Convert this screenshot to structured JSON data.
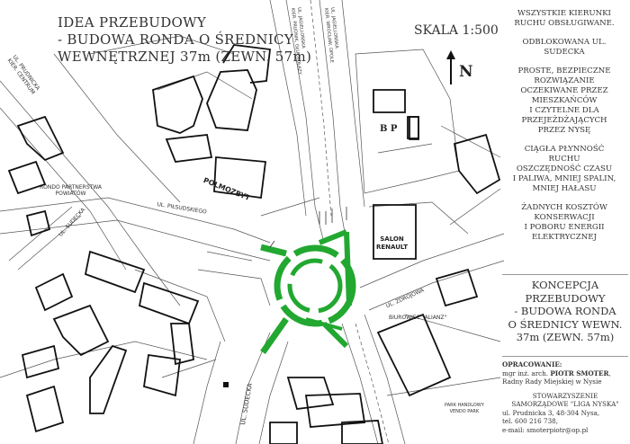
{
  "title": {
    "lines": [
      "IDEA PRZEBUDOWY",
      "- BUDOWA RONDA O ŚREDNICY",
      "WEWNĘTRZNEJ 37m (ZEWN. 57m)"
    ]
  },
  "scale": "SKALA 1:500",
  "north": "N",
  "notes": [
    "WSZYSTKIE KIERUNKI\nRUCHU OBSŁUGIWANE.",
    "ODBLOKOWANA UL.\nSUDECKA",
    "PROSTE, BEZPIECZNE\nROZWIĄZANIE\nOCZEKIWANE PRZEZ\nMIESZKAŃCÓW\nI CZYTELNE DLA\nPRZEJEŻDŻAJĄCYCH\nPRZEZ  NYSĘ",
    "CIĄGŁA PŁYNNOŚĆ\nRUCHU\nOSZCZĘDNOŚĆ CZASU\nI PALIWA, MNIEJ SPALIN,\nMNIEJ HAŁASU",
    "ŻADNYCH KOSZTÓW\nKONSERWACJI\nI POBORU ENERGII\nELEKTRYCZNEJ"
  ],
  "concept": "KONCEPCJA\nPRZEBUDOWY\n- BUDOWA RONDA\nO ŚREDNICY WEWN.\n37m (ZEWN. 57m)",
  "prepared": {
    "heading": "OPRACOWANIE:",
    "author_prefix": "mgr inż. arch. ",
    "author_name": "PIOTR SMOTER",
    "role": "Radny Rady Miejskiej w Nysie",
    "assoc_lines": [
      "STOWARZYSZENIE",
      "SAMORZĄDOWE \"LIGA NYSKA\"",
      "ul. Prudnicka 3, 48-304 Nysa,",
      "tel. 600 216 738,",
      "e-mail: smoterpiotr@op.pl"
    ]
  },
  "map_labels": {
    "prudnicka": "UL. PRUDNICKA\nKIER. CENTRUM",
    "jagiellonska1": "UL. JAGIELLOŃSKA\nKIER. PRUDNIK, GŁUCHOŁAZY",
    "jagiellonska2": "UL. JAGIELLOŃSKA\nKIER. WROCŁAW, OPOLE",
    "rondo_partnerstwa": "RONDO PARTNERSTWA\nPOWIATÓW",
    "sudecka_left": "UL. SUDECKA",
    "piekarskiego": "UL. PIŁSUDSKIEGO",
    "polmozbyt": "POLMOZBYT",
    "bp": "B P",
    "salon": "SALON\nRENAULT",
    "zdrojowa": "UL. ZDROJOWA",
    "biurowiec": "BIUROWIEC \"ALIANZ\"",
    "sudecka_bottom": "UL. SUDECKA",
    "park": "PARK HANDLOWY\nVENDO PARK"
  },
  "colors": {
    "roundabout": "#22a830",
    "lines": "#444444",
    "background": "#ffffff"
  }
}
